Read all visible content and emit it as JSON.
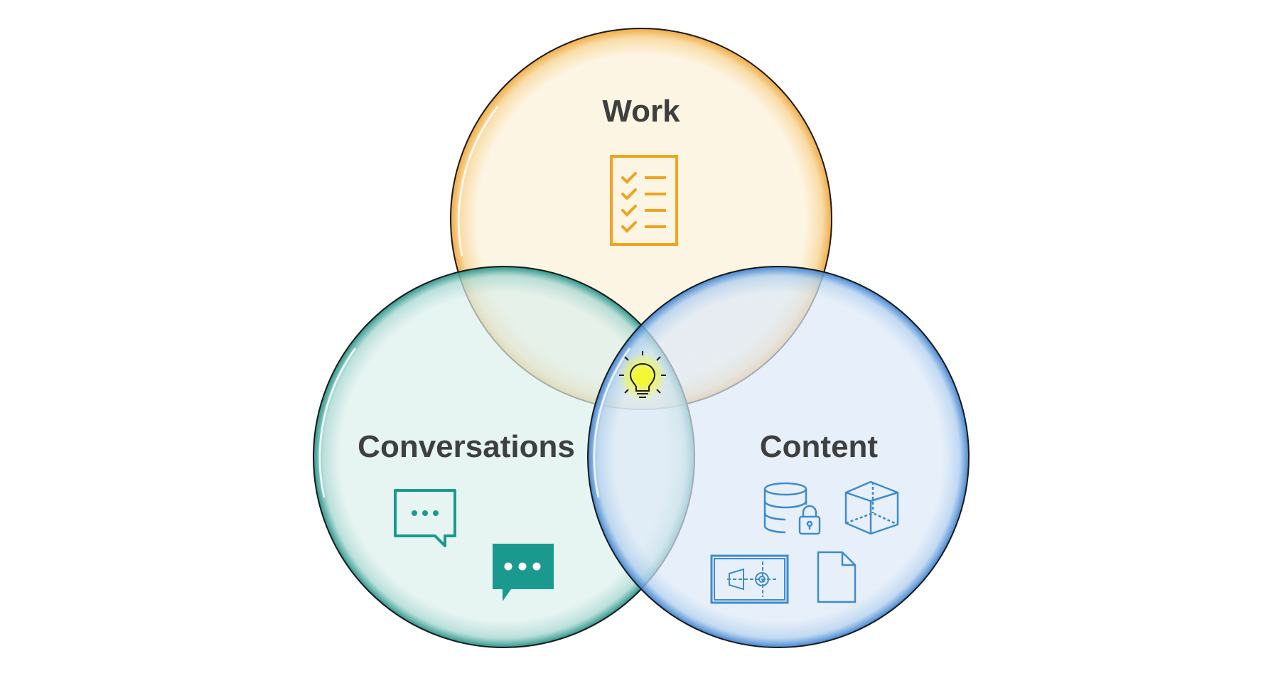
{
  "diagram": {
    "type": "venn",
    "sets": [
      {
        "label": "Work",
        "icons": [
          "checklist-icon"
        ],
        "color": "#f0a31f"
      },
      {
        "label": "Conversations",
        "icons": [
          "chat-bubble-outline-icon",
          "chat-bubble-filled-icon"
        ],
        "color": "#1a9a8e"
      },
      {
        "label": "Content",
        "icons": [
          "database-lock-icon",
          "cube-icon",
          "engineering-drawing-icon",
          "document-icon"
        ],
        "color": "#3d8bd0"
      }
    ],
    "center_icon": "lightbulb-icon"
  }
}
